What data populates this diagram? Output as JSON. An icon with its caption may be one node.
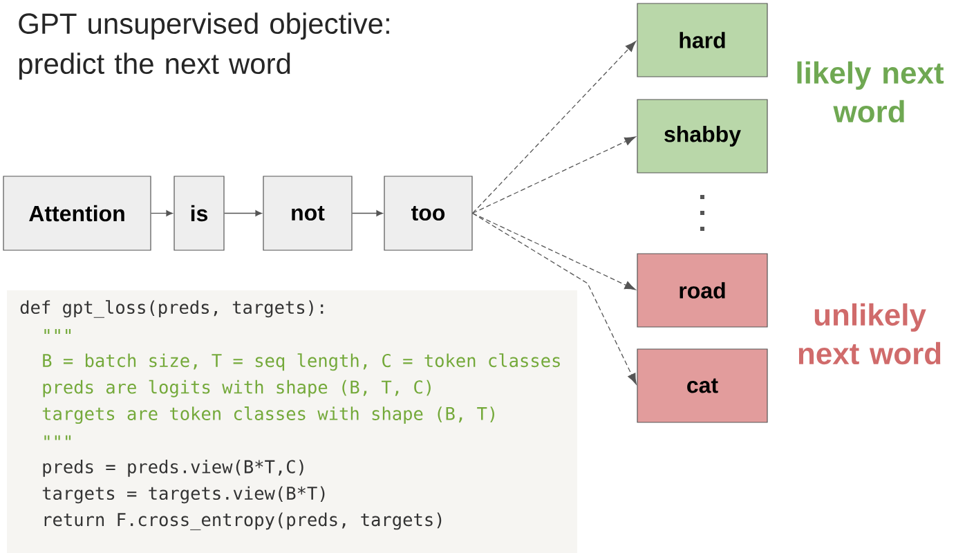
{
  "diagram": {
    "title": "GPT unsupervised objective: predict the next word",
    "nodes": [
      {
        "text": [
          "Attention"
        ]
      },
      {
        "text": [
          "is"
        ]
      },
      {
        "text": [
          "not"
        ]
      },
      {
        "text": [
          "too"
        ]
      },
      {
        "text": [
          "hard"
        ]
      },
      {
        "text": [
          "shabby"
        ]
      },
      {
        "text": [
          "road"
        ]
      },
      {
        "text": [
          "cat"
        ]
      },
      {
        "text": [
          "def gpt_loss(preds, targets):",
          "\"\"\"",
          "B = batch size, T = seq length, C = token classes",
          "preds are logits with shape (B, T, C)",
          "targets are token classes with shape (B, T)",
          "\"\"\"",
          "preds = preds.view(B*T,C)",
          "targets = targets.view(B*T)",
          "return F.cross_entropy(preds, targets)"
        ]
      }
    ],
    "edges": [
      {
        "from": 0,
        "to": 1,
        "arrow": "to"
      },
      {
        "from": 1,
        "to": 2,
        "arrow": "to"
      },
      {
        "from": 2,
        "to": 3,
        "arrow": "to"
      },
      {
        "from": 3,
        "to": 4,
        "arrow": "to",
        "style": "dashed"
      },
      {
        "from": 3,
        "to": 5,
        "arrow": "to",
        "style": "dashed"
      },
      {
        "from": 3,
        "to": 6,
        "arrow": "to",
        "style": "dashed"
      },
      {
        "from": 3,
        "to": 7,
        "arrow": "to",
        "style": "dashed"
      }
    ],
    "labels": [
      "likely next word",
      "unlikely next word"
    ]
  }
}
